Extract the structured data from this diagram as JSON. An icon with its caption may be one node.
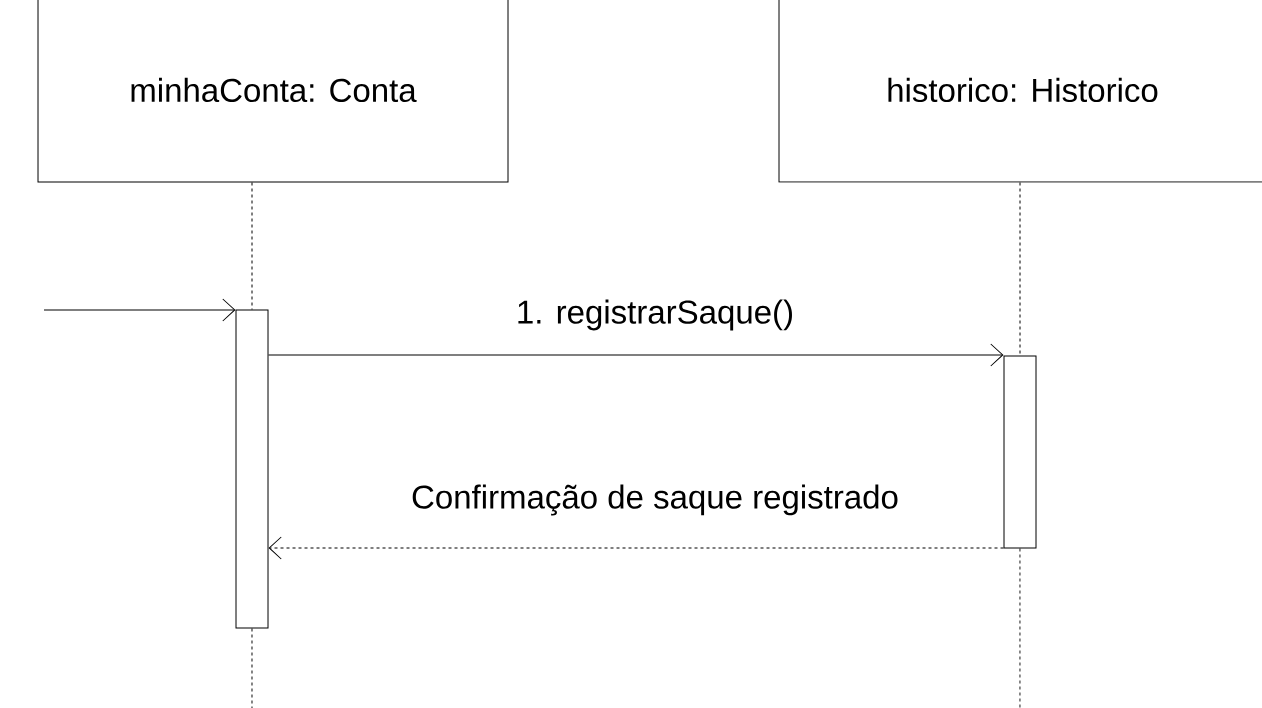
{
  "diagram": {
    "nodes": [
      {
        "text": [
          "minhaConta: Conta"
        ]
      },
      {
        "text": [
          "historico: Historico"
        ]
      },
      {
        "text": [],
        "shape": "bar"
      },
      {
        "text": [],
        "shape": "bar"
      }
    ],
    "edges": [
      {
        "from": 0,
        "to": 2,
        "arrow": "none",
        "style": "dashed"
      },
      {
        "from": 1,
        "to": 3,
        "arrow": "none",
        "style": "dashed"
      },
      {
        "from": null,
        "to": 2,
        "arrow": "to"
      },
      {
        "from": 2,
        "to": 3,
        "arrow": "to",
        "label": "1. registrarSaque()"
      },
      {
        "from": 3,
        "to": 2,
        "arrow": "to",
        "style": "dashed",
        "label": "Confirmação de saque registrado"
      }
    ]
  }
}
